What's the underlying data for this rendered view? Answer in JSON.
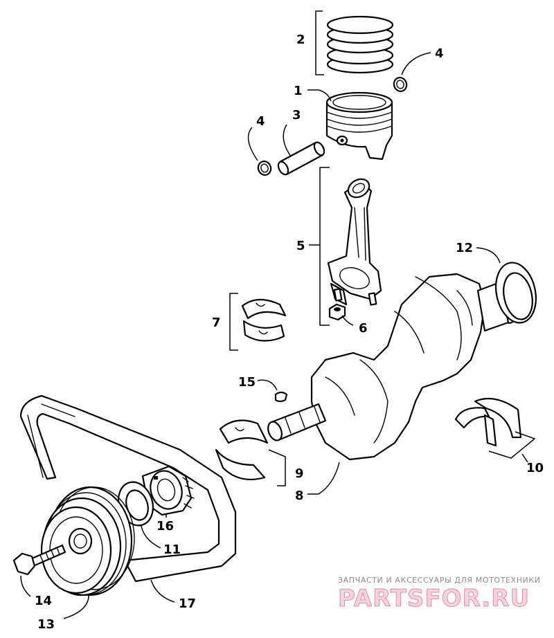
{
  "callouts": [
    {
      "id": "1",
      "label": "1"
    },
    {
      "id": "2",
      "label": "2"
    },
    {
      "id": "3",
      "label": "3"
    },
    {
      "id": "4a",
      "label": "4"
    },
    {
      "id": "4b",
      "label": "4"
    },
    {
      "id": "5",
      "label": "5"
    },
    {
      "id": "6",
      "label": "6"
    },
    {
      "id": "7",
      "label": "7"
    },
    {
      "id": "8",
      "label": "8"
    },
    {
      "id": "9",
      "label": "9"
    },
    {
      "id": "10",
      "label": "10"
    },
    {
      "id": "11",
      "label": "11"
    },
    {
      "id": "12",
      "label": "12"
    },
    {
      "id": "13",
      "label": "13"
    },
    {
      "id": "14",
      "label": "14"
    },
    {
      "id": "15",
      "label": "15"
    },
    {
      "id": "16",
      "label": "16"
    },
    {
      "id": "17",
      "label": "17"
    }
  ],
  "watermark": {
    "tagline": "ЗАПЧАСТИ И АКСЕССУАРЫ ДЛЯ МОТОТЕХНИКИ",
    "site": "PARTSFOR.RU"
  }
}
